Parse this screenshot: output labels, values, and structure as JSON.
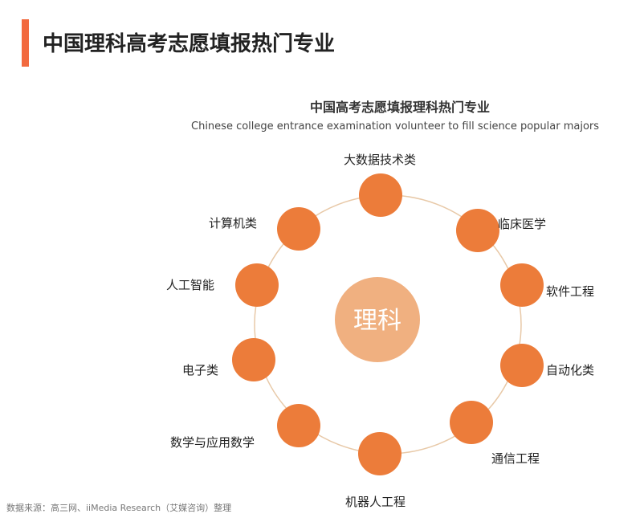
{
  "title": "中国理科高考志愿填报热门专业",
  "diagram_title": "中国高考志愿填报理科热门专业",
  "diagram_subtitle": "Chinese college entrance examination volunteer to fill science popular majors",
  "center_label": "理科",
  "majors": [
    "大数据技术类",
    "临床医学",
    "软件工程",
    "自动化类",
    "通信工程",
    "机器人工程",
    "数学与应用数学",
    "电子类",
    "人工智能",
    "计算机类"
  ],
  "source": "数据来源：高三网、iiMedia Research（艾媒咨询）整理",
  "colors": {
    "accent": "#f26a3f",
    "node": "#ec7c3a",
    "center": "#f0b080",
    "ring": "#e8c9a8"
  }
}
